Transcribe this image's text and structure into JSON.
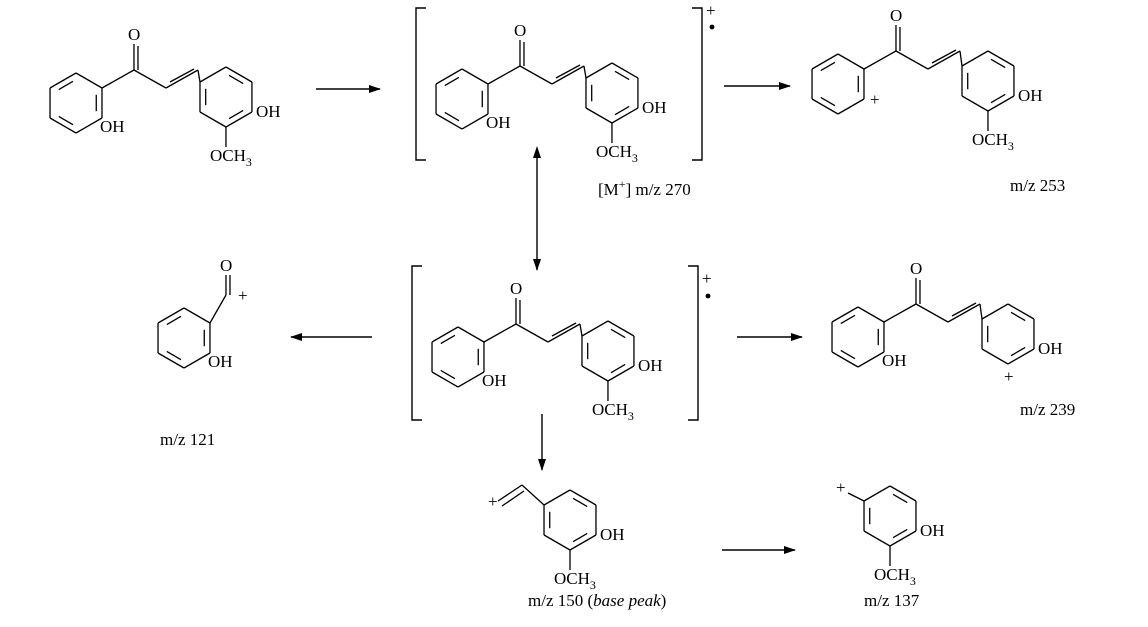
{
  "atoms": {
    "oxygen": "O",
    "hydroxyl": "OH",
    "methoxy": "OCH",
    "methoxy_subscript": "3",
    "plus": "+"
  },
  "labels": {
    "molecular_ion": "[M",
    "molecular_ion_sup": "+",
    "molecular_ion_mz": "] m/z 270",
    "mz_253": "m/z 253",
    "mz_121": "m/z 121",
    "mz_239": "m/z 239",
    "mz_150": "m/z 150 (",
    "mz_150_italic": "base peak",
    "mz_150_close": ")",
    "mz_137": "m/z 137"
  },
  "radical_cation_marker": "+•"
}
